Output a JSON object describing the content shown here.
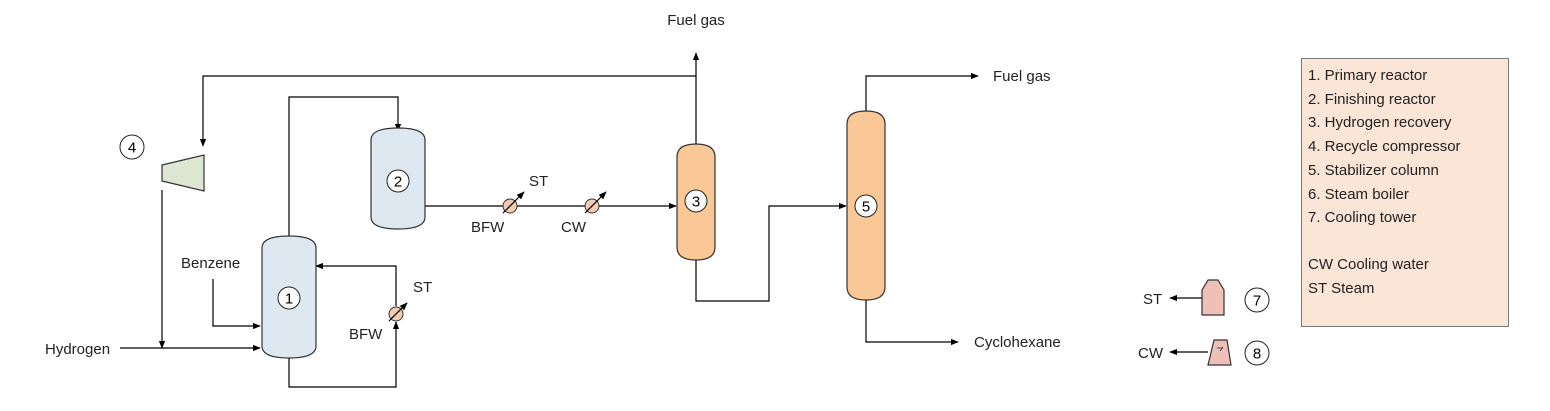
{
  "diagram": {
    "streams": {
      "fuel_gas_top": "Fuel gas",
      "fuel_gas_right": "Fuel gas",
      "cyclohexane": "Cyclohexane",
      "hydrogen": "Hydrogen",
      "benzene": "Benzene",
      "bfw_1": "BFW",
      "st_1": "ST",
      "bfw_2": "BFW",
      "st_2": "ST",
      "cw_1": "CW",
      "st_util": "ST",
      "cw_util": "CW"
    },
    "units": {
      "u1": "1",
      "u2": "2",
      "u3": "3",
      "u4": "4",
      "u5": "5",
      "u7": "7",
      "u8": "8"
    },
    "colors": {
      "reactor": "#dde8f0",
      "column": "#fac796",
      "compressor": "#dce6d2",
      "utility": "#efc0b8",
      "legend_bg": "#fbe5d6"
    }
  },
  "legend": {
    "items": [
      "1. Primary reactor",
      "2. Finishing reactor",
      "3. Hydrogen recovery",
      "4. Recycle compressor",
      "5. Stabilizer column",
      "6. Steam boiler",
      "7. Cooling tower"
    ],
    "abbreviations": [
      "CW Cooling water",
      "ST Steam"
    ]
  }
}
